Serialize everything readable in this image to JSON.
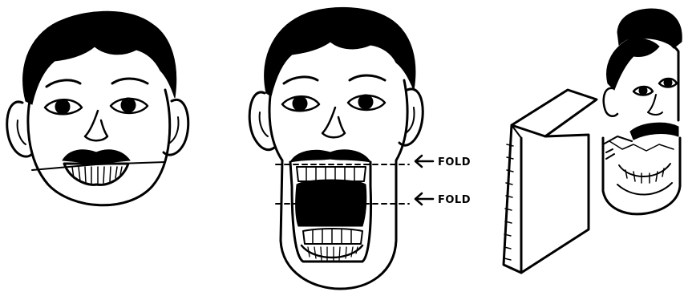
{
  "figure": {
    "panels": [
      {
        "name": "closed-mouth-face"
      },
      {
        "name": "open-mouth-face"
      },
      {
        "name": "folded-bag-puppet"
      }
    ],
    "labels": {
      "fold_top": "FOLD",
      "fold_bottom": "FOLD"
    },
    "colors": {
      "ink": "#000000",
      "paper": "#ffffff"
    }
  }
}
